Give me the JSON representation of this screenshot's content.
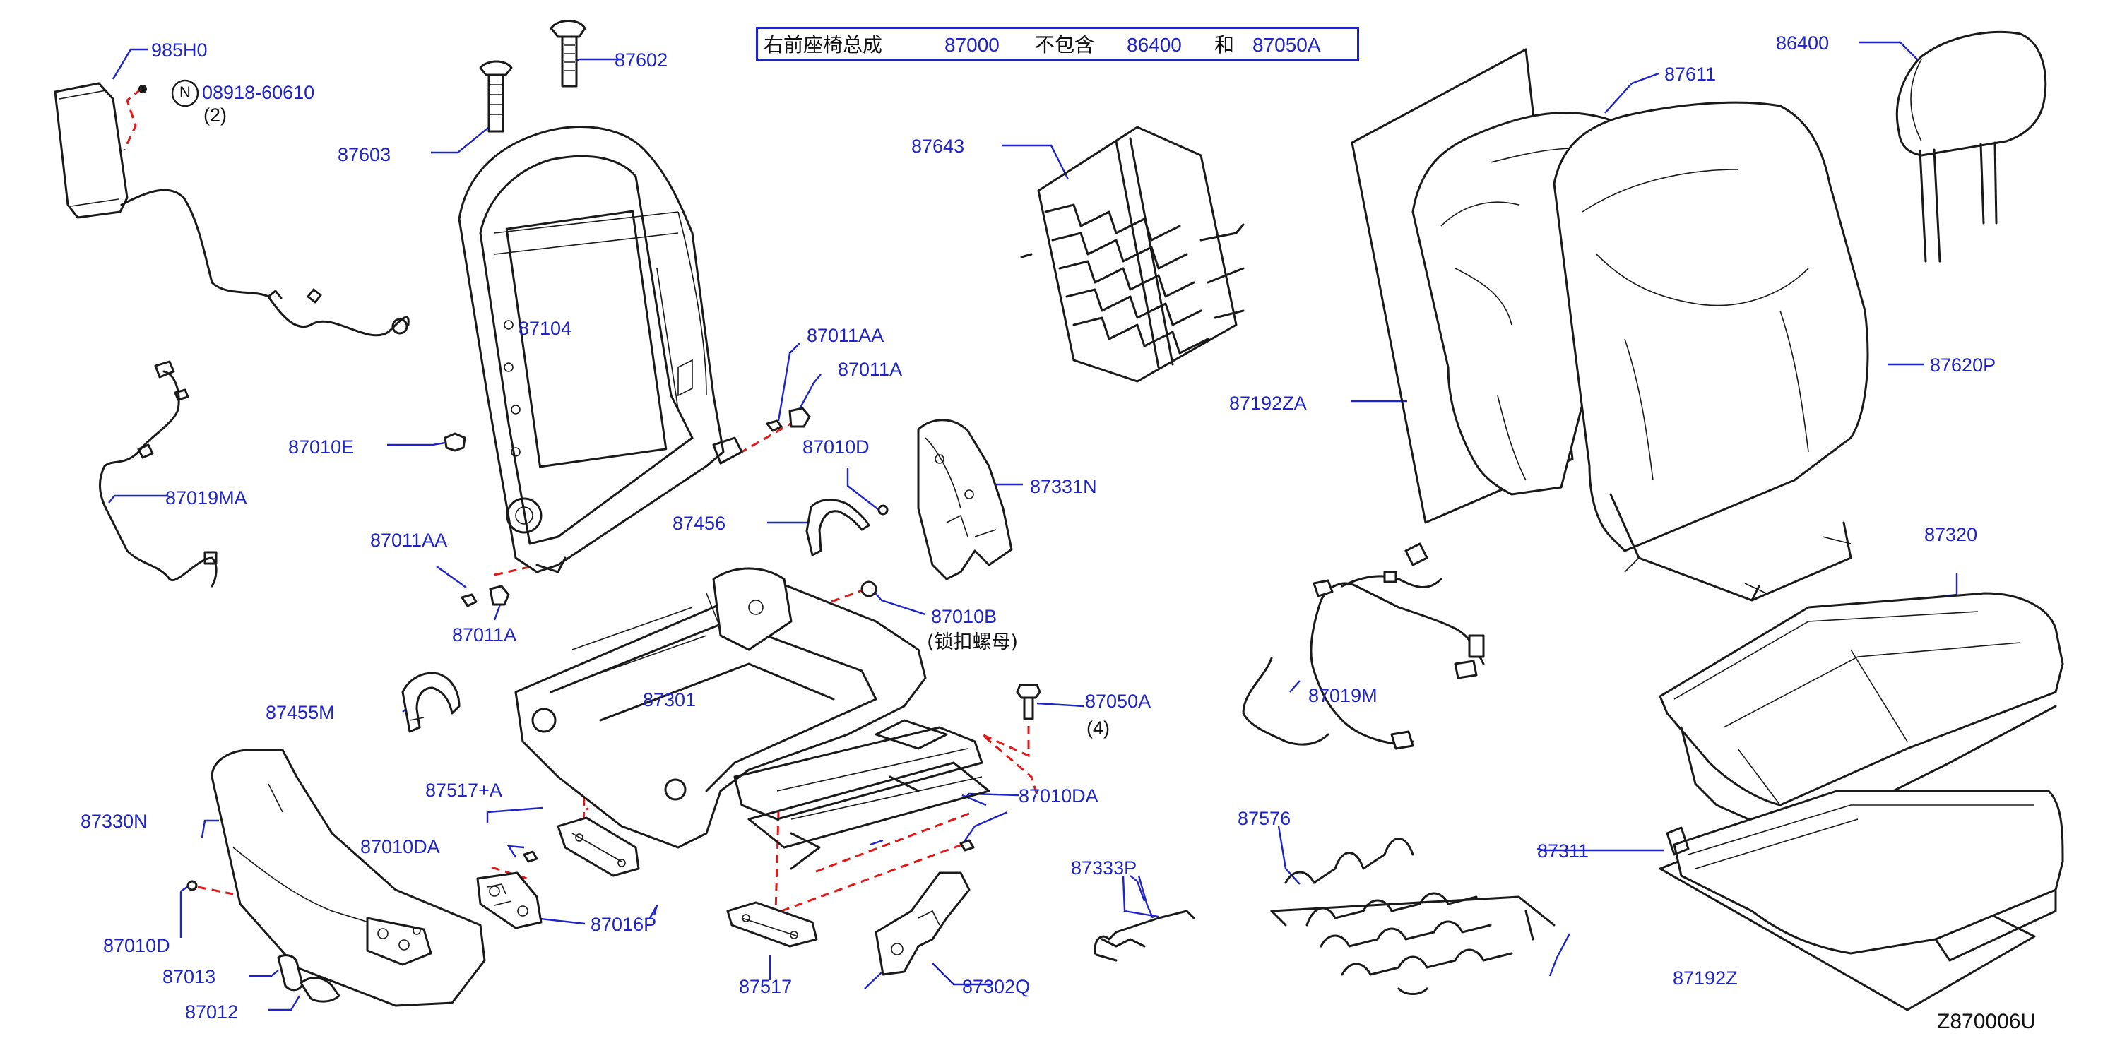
{
  "header": {
    "assembly_text": "右前座椅总成",
    "assembly_part": "87000",
    "excludes_text": "不包含",
    "excluded_part_1": "86400",
    "and_text": "和",
    "excluded_part_2": "87050A"
  },
  "diagram_code": "Z870006U",
  "labels": {
    "p985H0": "985H0",
    "p08918_60610": "08918-60610",
    "q2": "(2)",
    "circle_n": "N",
    "p87602": "87602",
    "p87603": "87603",
    "p87104": "87104",
    "p87011AA_top": "87011AA",
    "p87011A_top": "87011A",
    "p87010E": "87010E",
    "p87019MA": "87019MA",
    "p87011AA_bot": "87011AA",
    "p87011A_bot": "87011A",
    "p87643": "87643",
    "p87611": "87611",
    "p86400": "86400",
    "p87192ZA": "87192ZA",
    "p87620P": "87620P",
    "p87010D_top": "87010D",
    "p87331N": "87331N",
    "p87456": "87456",
    "p87010B": "87010B",
    "lock_nut": "(锁扣螺母)",
    "p87301": "87301",
    "p87455M": "87455M",
    "p87050A": "87050A",
    "q4": "(4)",
    "p87019M": "87019M",
    "p87320": "87320",
    "p87517A": "87517+A",
    "p87010DA_left": "87010DA",
    "p87010DA_right": "87010DA",
    "p87330N": "87330N",
    "p87016P": "87016P",
    "p87576": "87576",
    "p87333P": "87333P",
    "p87311": "87311",
    "p87010D_bot": "87010D",
    "p87013": "87013",
    "p87012": "87012",
    "p87517": "87517",
    "p87302Q": "87302Q",
    "p87192Z": "87192Z"
  }
}
